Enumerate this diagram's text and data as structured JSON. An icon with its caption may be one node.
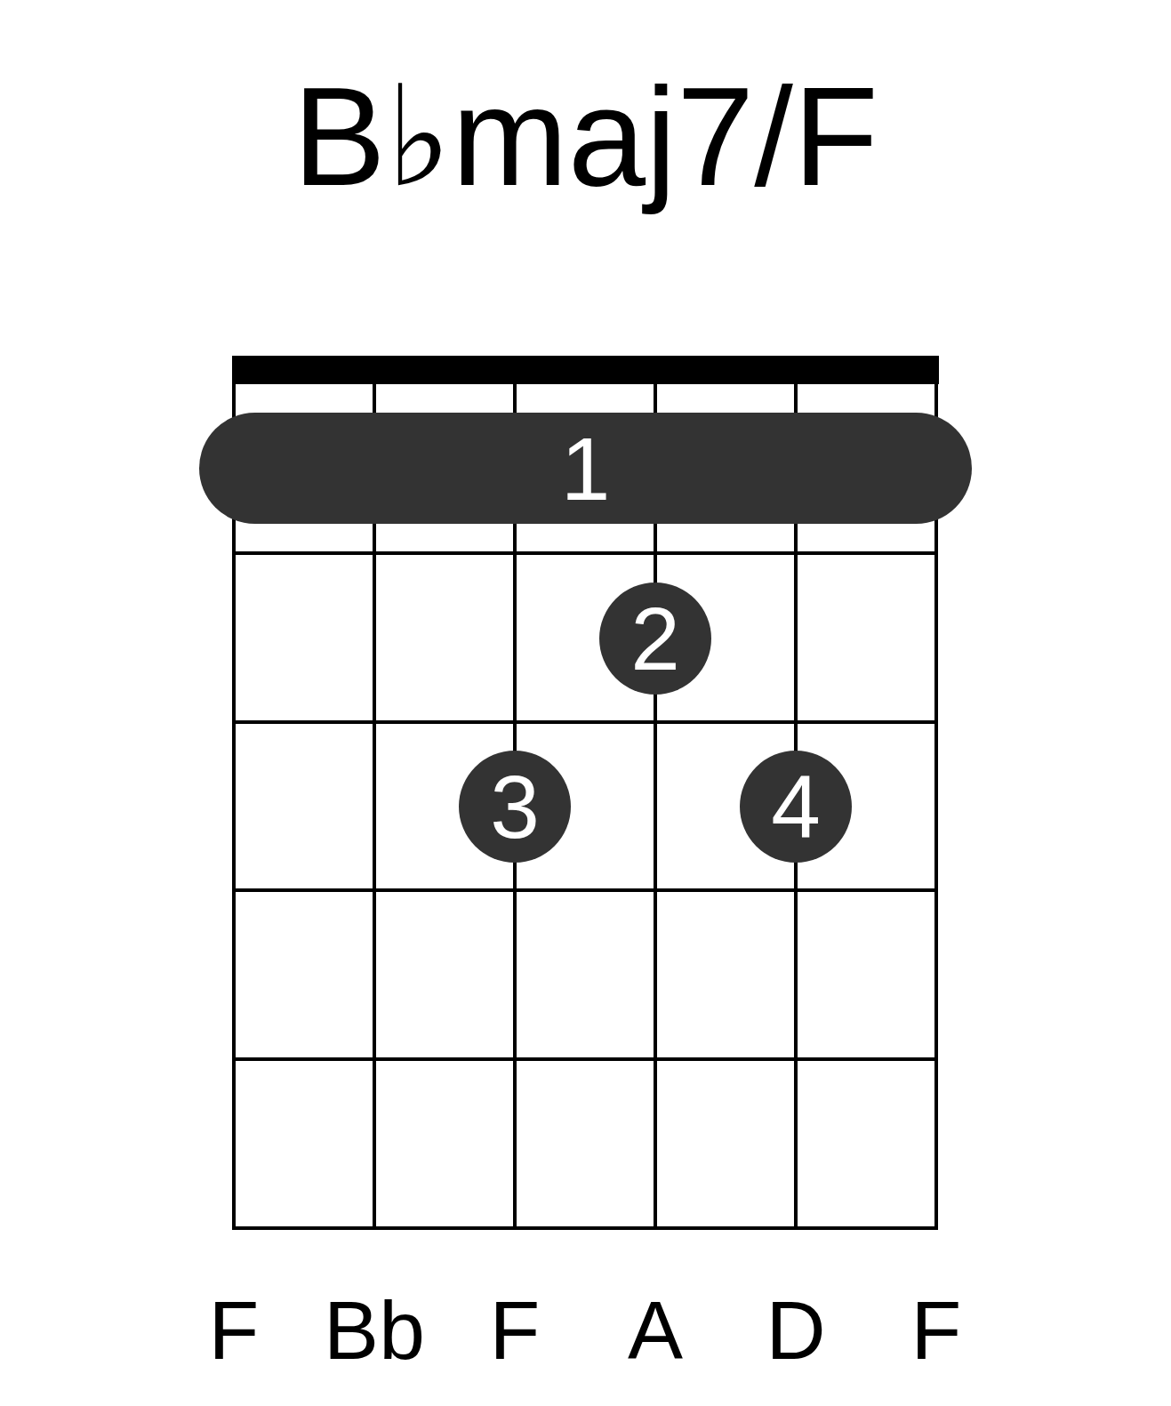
{
  "diagram": {
    "title": "B♭maj7/F",
    "nodes": [
      {
        "text": [
          "1"
        ]
      },
      {
        "text": [
          "2"
        ]
      },
      {
        "text": [
          "3"
        ]
      },
      {
        "text": [
          "4"
        ]
      }
    ],
    "labels": [
      "F",
      "Bb",
      "F",
      "A",
      "D",
      "F"
    ]
  }
}
